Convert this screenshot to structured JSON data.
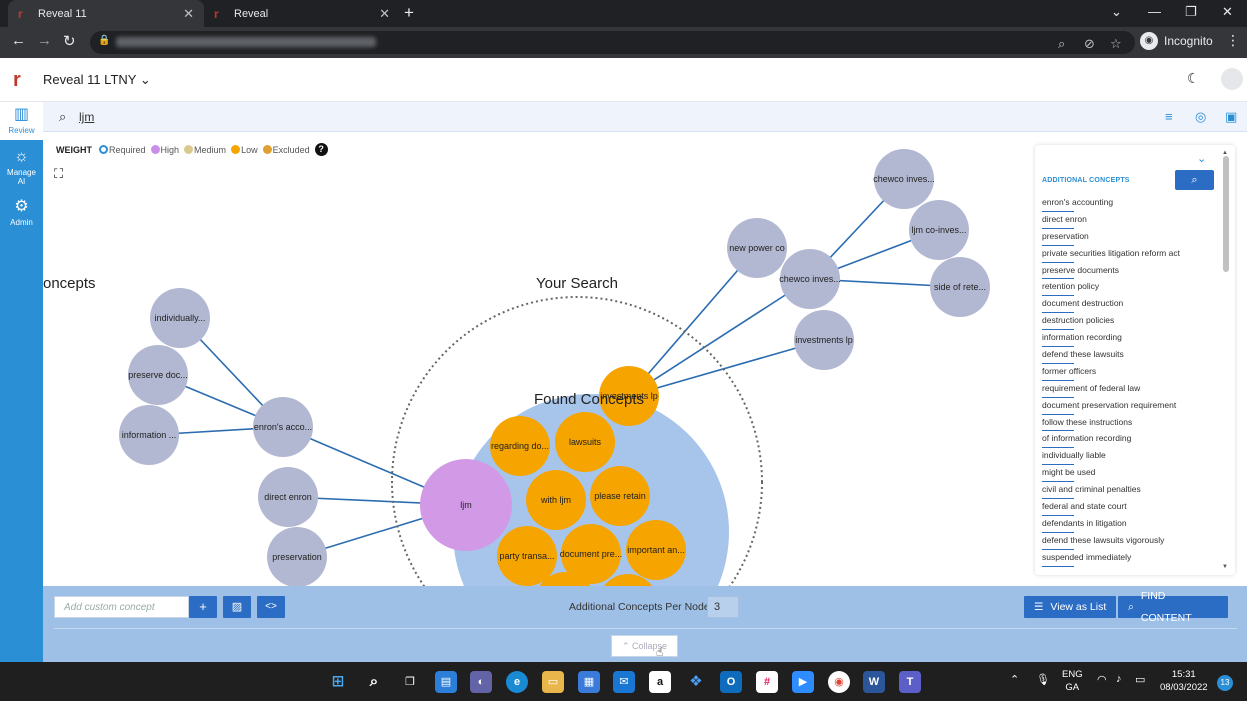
{
  "browser": {
    "tabs": [
      {
        "title": "Reveal 11",
        "active": true
      },
      {
        "title": "Reveal",
        "active": false
      }
    ],
    "profile": "Incognito"
  },
  "app": {
    "project": "Reveal 11 LTNY"
  },
  "rail": [
    {
      "label": "Review",
      "icon": "bar-chart-icon"
    },
    {
      "label": "Manage AI",
      "icon": "bulb-icon"
    },
    {
      "label": "Admin",
      "icon": "gear-icon"
    }
  ],
  "search": {
    "query": "ljm"
  },
  "weight": {
    "label": "WEIGHT",
    "items": [
      {
        "label": "Required",
        "color": "#2b8fd6"
      },
      {
        "label": "High",
        "color": "#c98ee8"
      },
      {
        "label": "Medium",
        "color": "#d9c98e"
      },
      {
        "label": "Low",
        "color": "#f5a400"
      },
      {
        "label": "Excluded",
        "color": "#e0a030"
      }
    ]
  },
  "graph": {
    "sections": {
      "left": "oncepts",
      "your_search": "Your Search",
      "found": "Found Concepts"
    },
    "nodes": {
      "individually": "individually...",
      "preserve": "preserve doc...",
      "information": "information ...",
      "enrons": "enron's acco...",
      "direct_enron": "direct enron",
      "preservation": "preservation",
      "ljm": "ljm",
      "regarding": "regarding do...",
      "lawsuits": "lawsuits",
      "with_ljm": "with ljm",
      "please_retain": "please retain",
      "party": "party transa...",
      "document_pre": "document pre...",
      "important": "important an...",
      "orange_top": "investments lp",
      "new_power": "new power co",
      "chewco_mid": "chewco inves...",
      "chewco_top": "chewco inves...",
      "ljm_co": "ljm co-inves...",
      "side_of": "side of rete...",
      "investments_lp": "investments lp"
    }
  },
  "additional_concepts": {
    "title": "ADDITIONAL CONCEPTS",
    "items": [
      "enron's accounting",
      "direct enron",
      "preservation",
      "private securities litigation reform act",
      "preserve documents",
      "retention policy",
      "document destruction",
      "destruction policies",
      "information recording",
      "defend these lawsuits",
      "former officers",
      "requirement of federal law",
      "document preservation requirement",
      "follow these instructions",
      "of information recording",
      "individually liable",
      "might be used",
      "civil and criminal penalties",
      "federal and state court",
      "defendants in litigation",
      "defend these lawsuits vigorously",
      "suspended immediately"
    ]
  },
  "controls": {
    "custom_placeholder": "Add custom concept",
    "per_node_label": "Additional Concepts Per Node:",
    "per_node_value": "3",
    "view_as_list": "View as List",
    "find_content": "FIND CONTENT",
    "collapse": "Collapse"
  },
  "taskbar": {
    "lang_top": "ENG",
    "lang_bottom": "GA",
    "time": "15:31",
    "date": "08/03/2022",
    "notifications": "13"
  }
}
